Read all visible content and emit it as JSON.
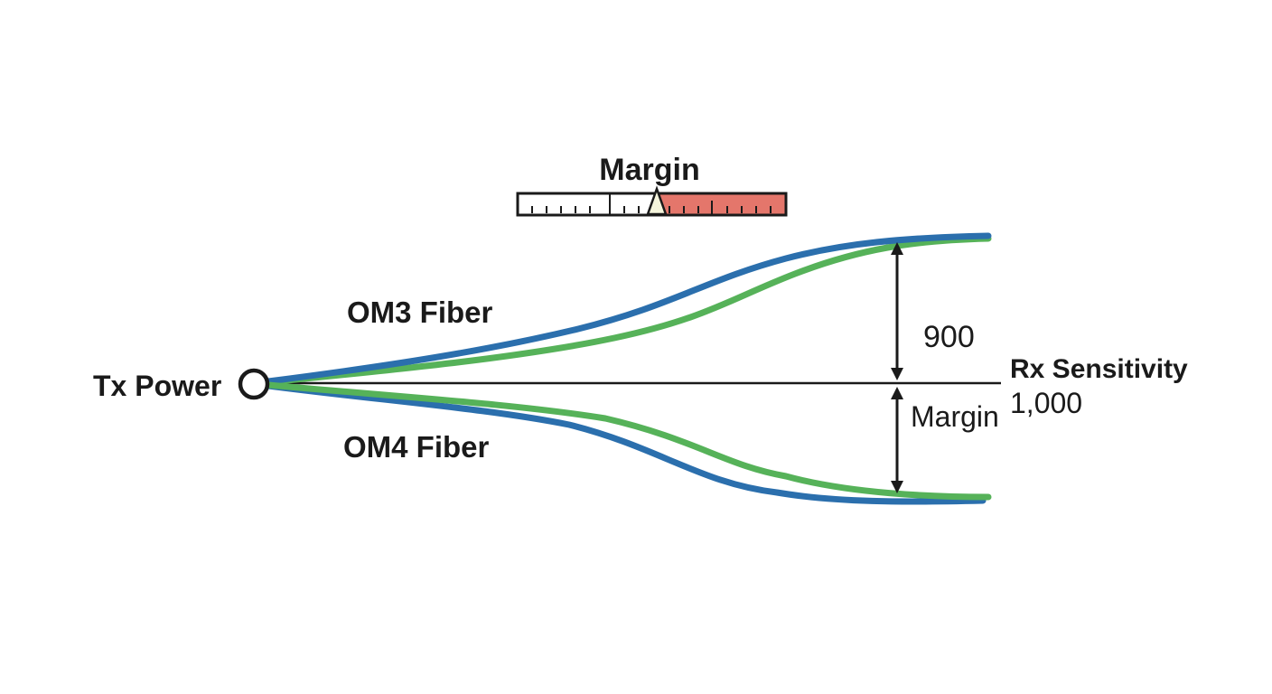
{
  "diagram": {
    "kind": "fiber-link-margin-diagram",
    "gauge": {
      "title": "Margin"
    },
    "source": {
      "label": "Tx Power"
    },
    "sink": {
      "label": "Rx Sensitivity",
      "value": "1,000"
    },
    "upper_bundle": {
      "label": "OM3 Fiber",
      "margin_value": "900"
    },
    "lower_bundle": {
      "label": "OM4 Fiber",
      "margin_label": "Margin"
    },
    "colors": {
      "blue_curve": "#2b6fad",
      "green_curve": "#56b259",
      "gauge_red": "#e4766b",
      "gauge_white": "#ffffff",
      "needle_cream": "#f5f5dc",
      "ink": "#1a1a1a",
      "background": "#ffffff"
    }
  }
}
